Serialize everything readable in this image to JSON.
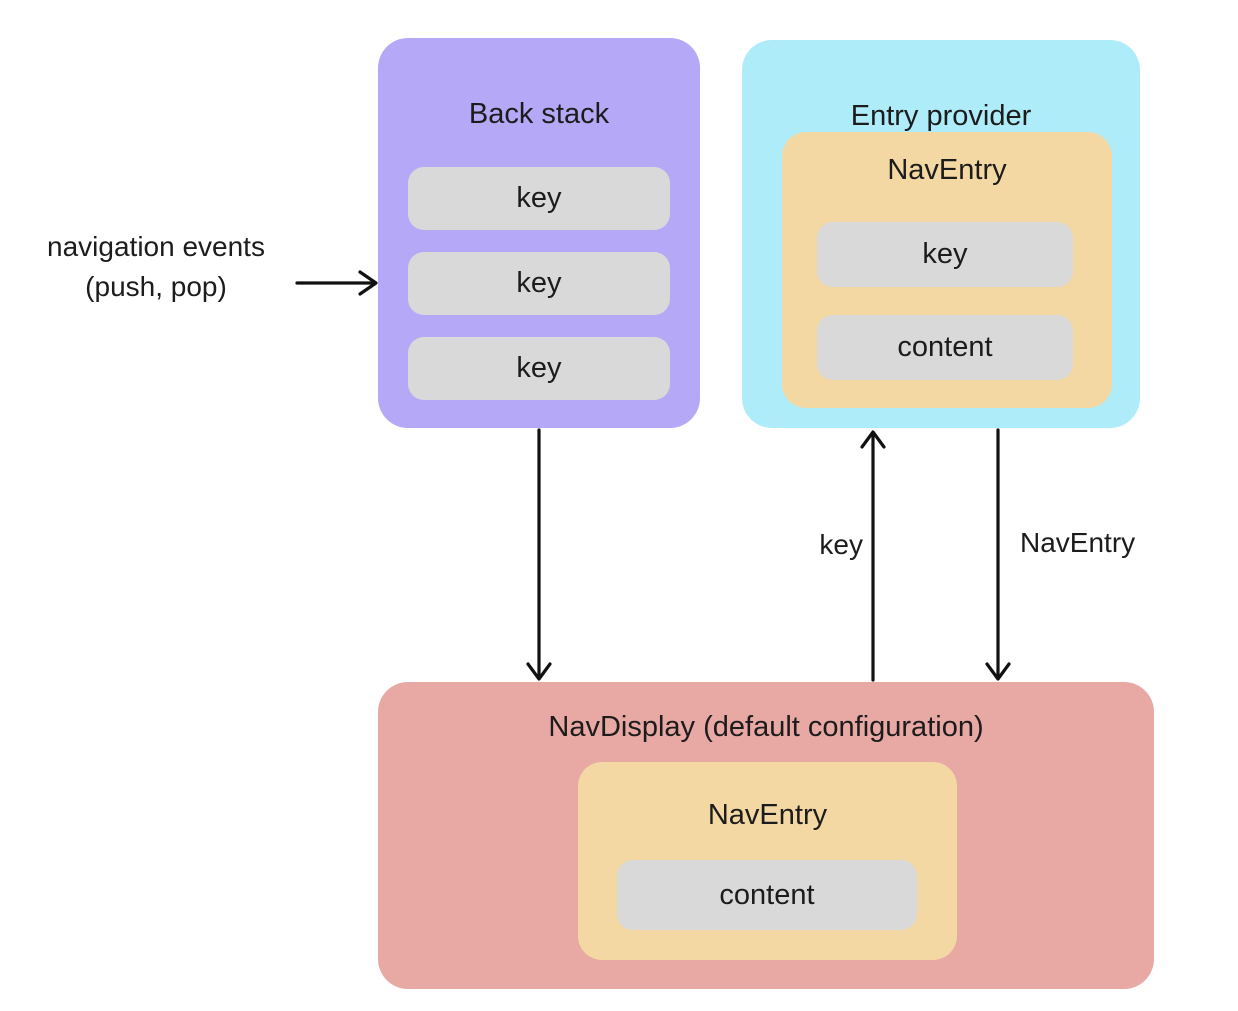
{
  "diagram": {
    "back_stack": {
      "title": "Back stack",
      "items": [
        "key",
        "key",
        "key"
      ]
    },
    "entry_provider": {
      "title": "Entry provider",
      "nav_entry": {
        "title": "NavEntry",
        "items": [
          "key",
          "content"
        ]
      }
    },
    "nav_display": {
      "title": "NavDisplay (default configuration)",
      "nav_entry": {
        "title": "NavEntry",
        "items": [
          "content"
        ]
      }
    },
    "labels": {
      "navigation_events_line1": "navigation events",
      "navigation_events_line2": "(push, pop)",
      "key_arrow": "key",
      "nav_entry_arrow": "NavEntry"
    },
    "colors": {
      "back_stack": "#b5a8f7",
      "entry_provider": "#aeecfa",
      "nav_entry": "#f4d8a4",
      "nav_display": "#e8a8a4",
      "item_row": "#d9d9d9",
      "arrow": "#111111",
      "text": "#1c1c1c"
    }
  }
}
